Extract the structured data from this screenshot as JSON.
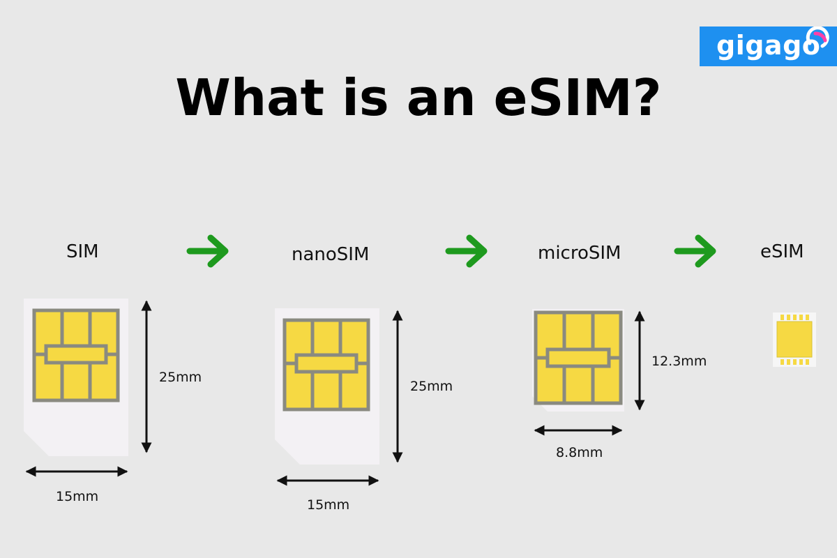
{
  "brand": {
    "name": "gigago",
    "color": "#1e90f0"
  },
  "title": "What is an eSIM?",
  "stages": [
    {
      "name": "SIM",
      "height": "25mm",
      "width": "15mm"
    },
    {
      "name": "nanoSIM",
      "height": "25mm",
      "width": "15mm"
    },
    {
      "name": "microSIM",
      "height": "12.3mm",
      "width": "8.8mm"
    },
    {
      "name": "eSIM"
    }
  ],
  "colors": {
    "background": "#e8e8e8",
    "card": "#f3f1f4",
    "chip": "#f6d943",
    "chip_lines": "#8a8a80",
    "arrow": "#1e9a1e",
    "dimension": "#111111"
  },
  "icons": {
    "progression": "arrow-right-icon",
    "dimension": "double-arrow-icon"
  }
}
